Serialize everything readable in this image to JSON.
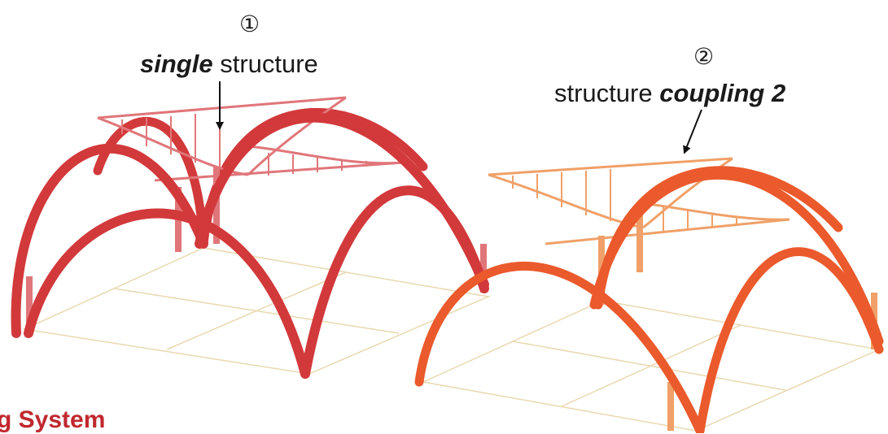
{
  "structure_1": {
    "number": "①",
    "label_emphasis": "single",
    "label_rest": " structure",
    "arch_color": "#d2393b",
    "truss_color": "#e0767a"
  },
  "structure_2": {
    "number": "②",
    "label_rest": "structure ",
    "label_emphasis": "coupling 2",
    "arch_color": "#ea5a2c",
    "truss_color": "#f0a068"
  },
  "section_title": "g System",
  "colors": {
    "floor_outline": "#e9d9b0",
    "arrow": "#111111",
    "title": "#c0282e"
  }
}
